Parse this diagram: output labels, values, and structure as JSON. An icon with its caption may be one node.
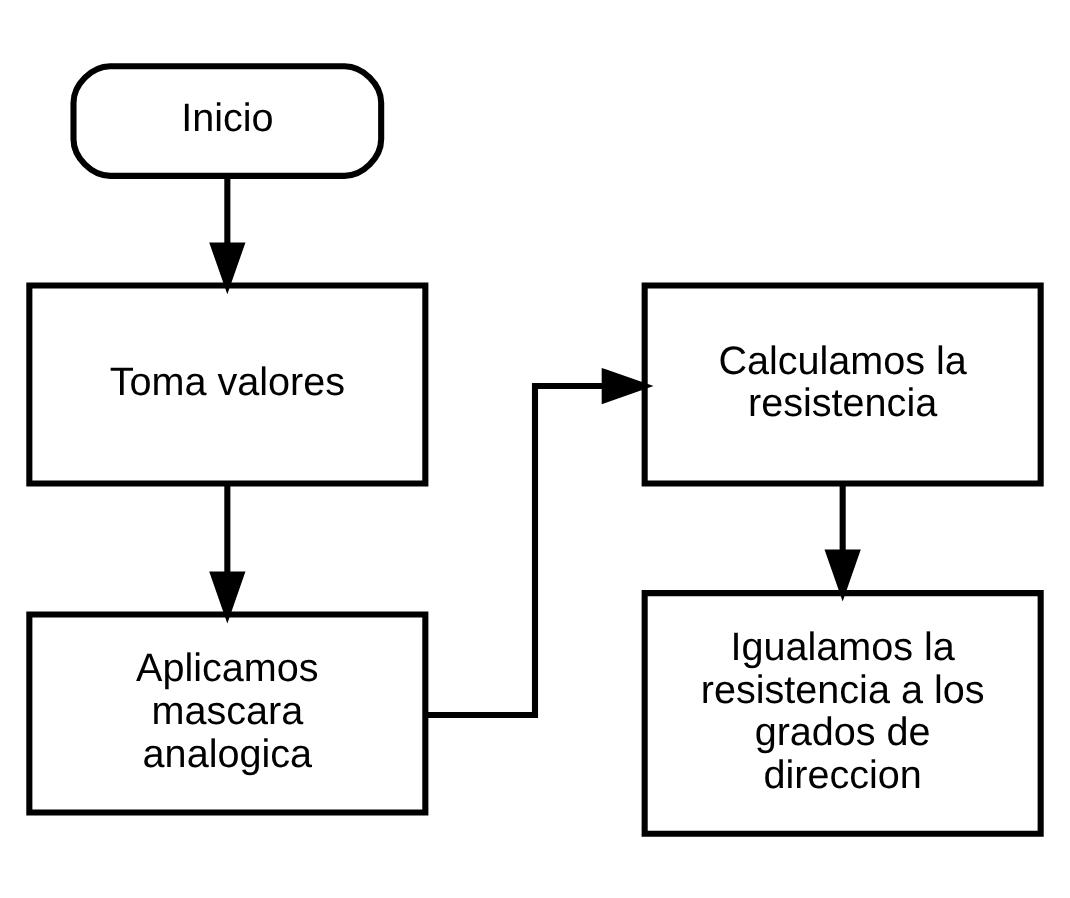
{
  "diagram": {
    "nodes": [
      {
        "text": [
          "Inicio"
        ]
      },
      {
        "text": [
          "Toma valores"
        ]
      },
      {
        "text": [
          "Aplicamos mascara analogica"
        ]
      },
      {
        "text": [
          "Calculamos la resistencia"
        ]
      },
      {
        "text": [
          "Igualamos la resistencia a los grados de direccion"
        ]
      }
    ],
    "edges": [
      {
        "from": 0,
        "to": 1,
        "arrow": "to"
      },
      {
        "from": 1,
        "to": 2,
        "arrow": "to"
      },
      {
        "from": 2,
        "to": 3,
        "arrow": "to"
      },
      {
        "from": 3,
        "to": 4,
        "arrow": "to"
      }
    ]
  }
}
